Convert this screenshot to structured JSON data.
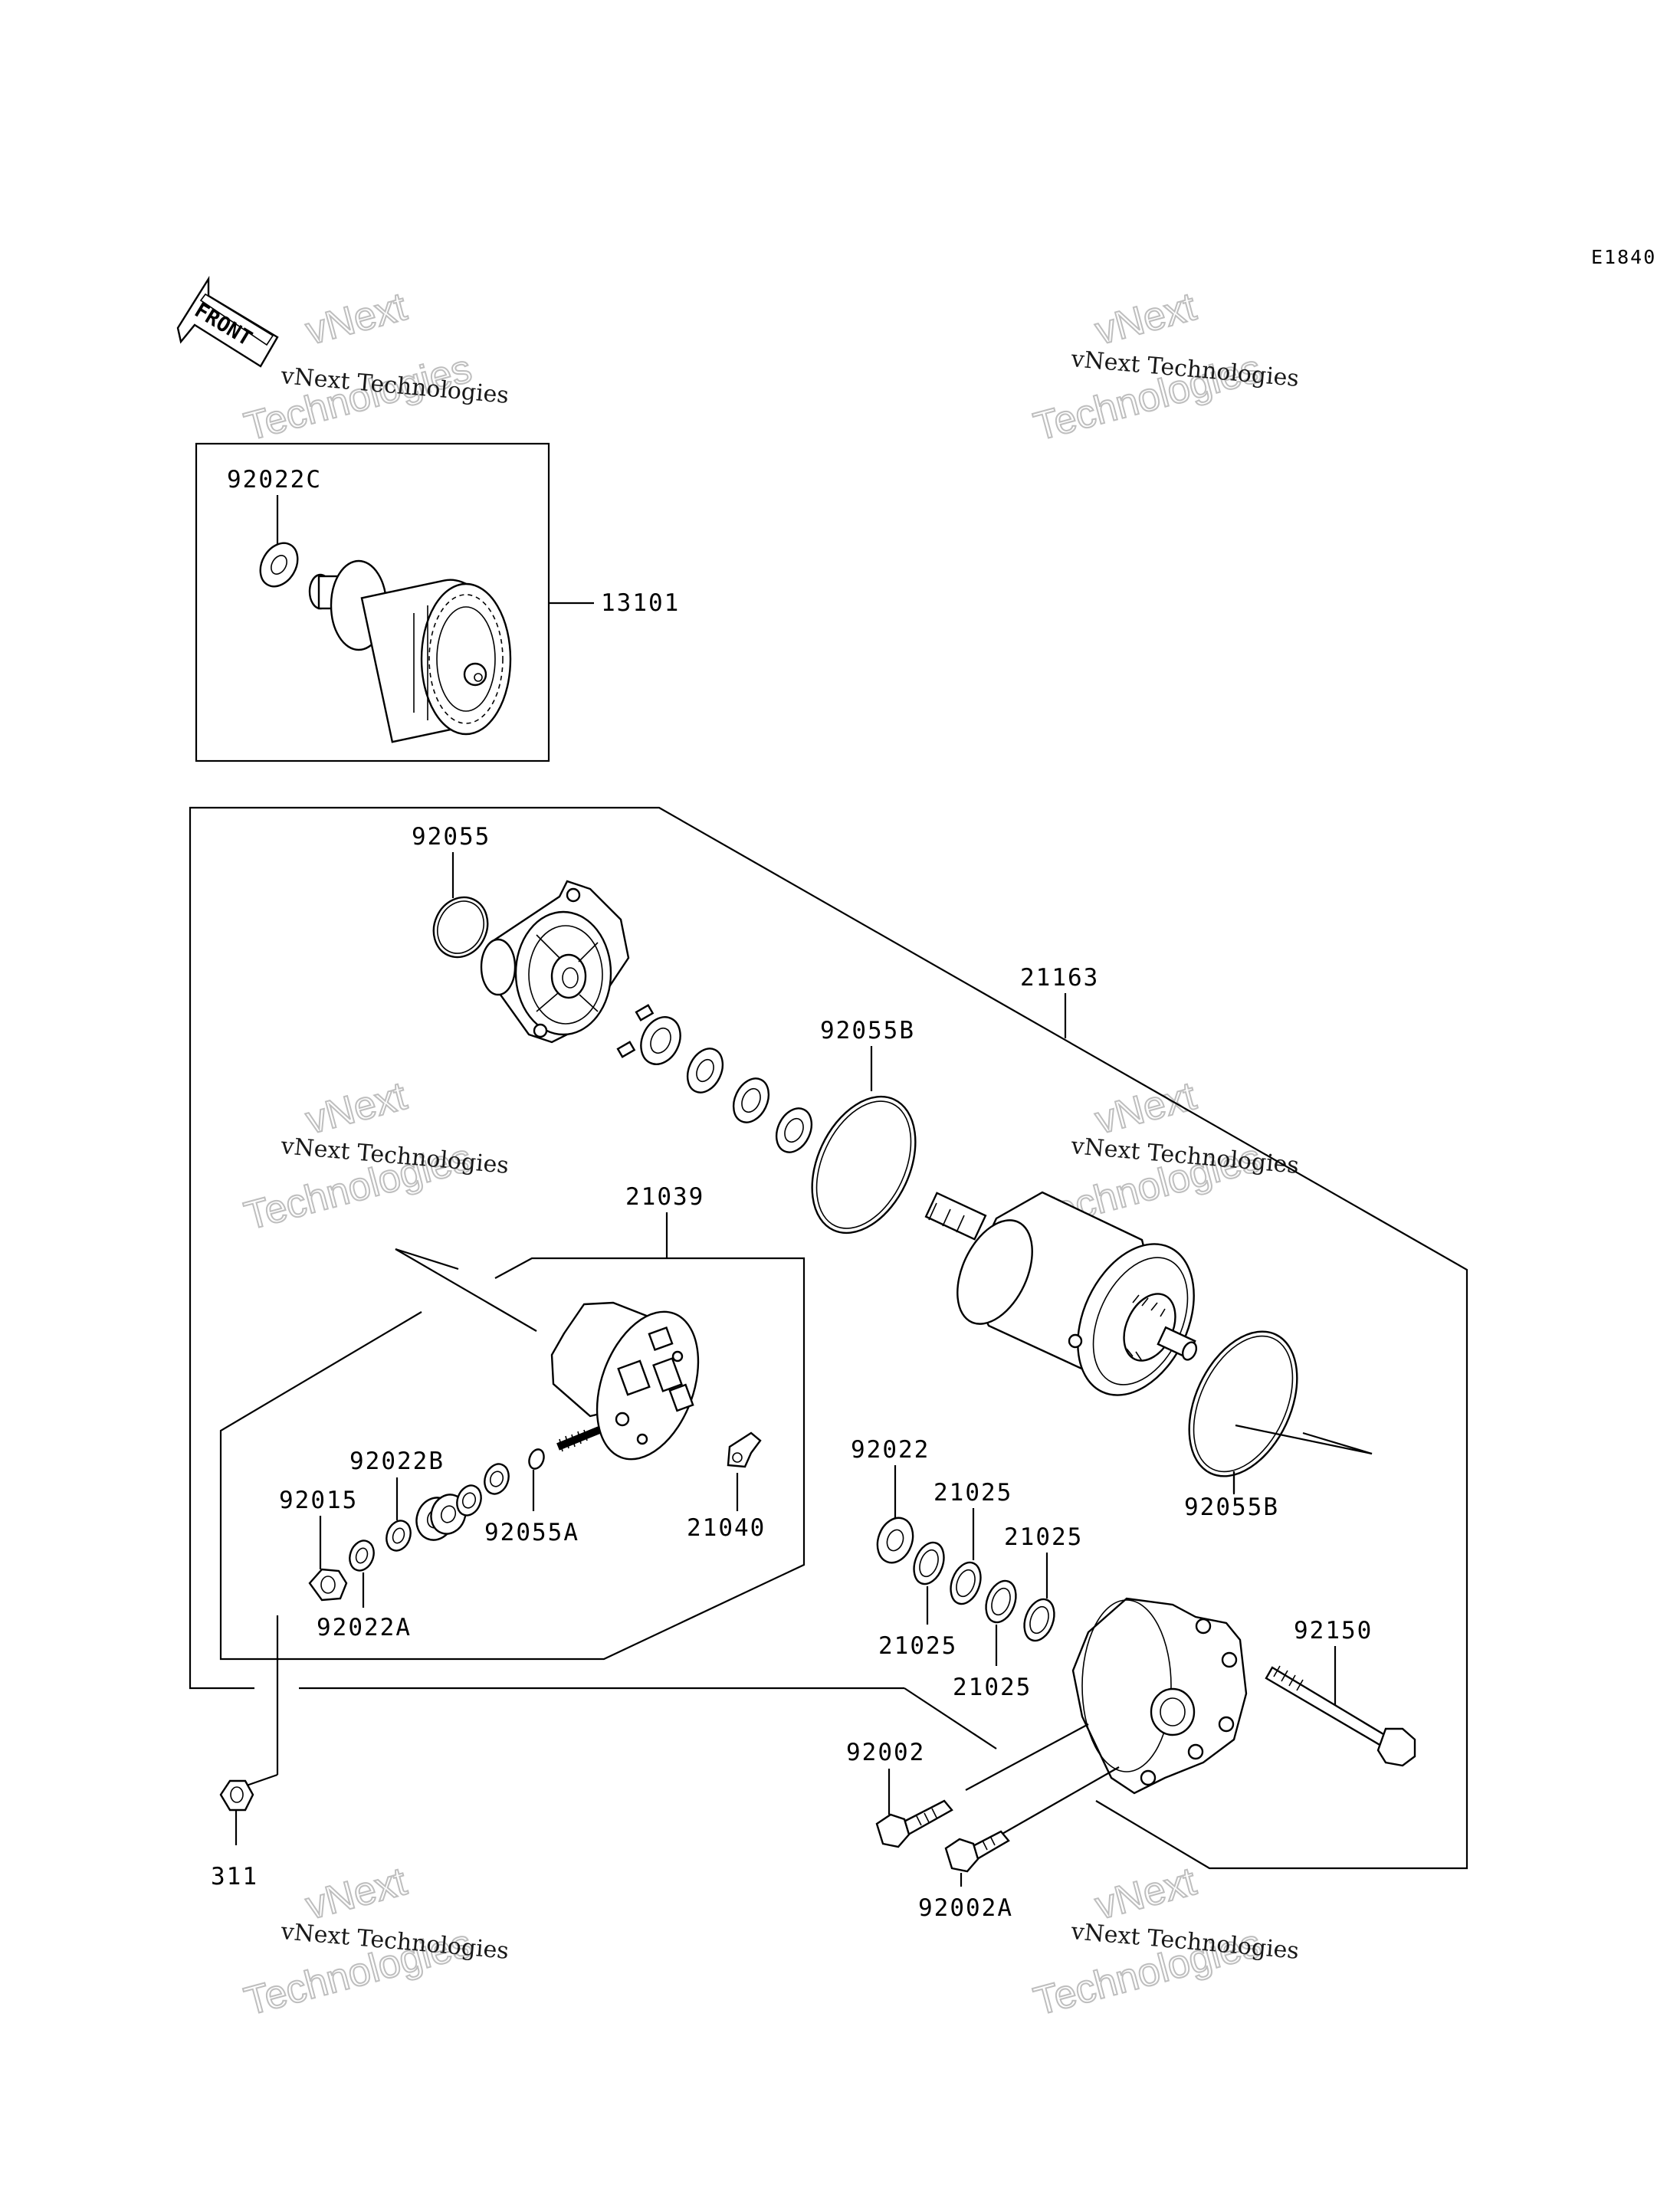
{
  "diagram": {
    "code": "E1840",
    "front_label": "FRONT",
    "watermark": {
      "line1": "vNext Technologies",
      "line2": "vNext",
      "line3": "Technologies"
    },
    "part_labels": {
      "p92022C": "92022C",
      "p13101": "13101",
      "p92055": "92055",
      "p21163": "21163",
      "p92055B_top": "92055B",
      "p21039": "21039",
      "p92022B": "92022B",
      "p92015": "92015",
      "p92055A": "92055A",
      "p21040": "21040",
      "p92022A": "92022A",
      "p92022": "92022",
      "p21025_a": "21025",
      "p21025_b": "21025",
      "p21025_c": "21025",
      "p21025_d": "21025",
      "p92055B_bottom": "92055B",
      "p92150": "92150",
      "p92002": "92002",
      "p92002A": "92002A",
      "p311": "311"
    }
  }
}
